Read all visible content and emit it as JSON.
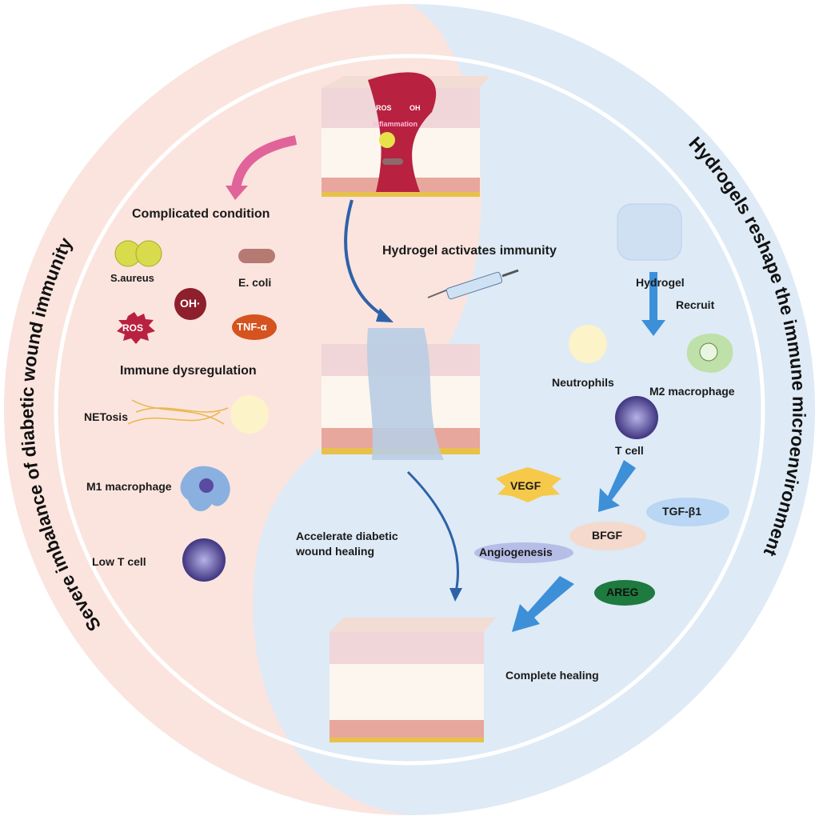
{
  "arc_titles": {
    "left": "Severe imbalance of diabetic wound immunity",
    "right": "Hydrogels reshape the immune microenvironment"
  },
  "wound": {
    "ros": "ROS",
    "oh": "OH",
    "inflammation": "Inflammation"
  },
  "left_panel": {
    "complicated": "Complicated condition",
    "s_aureus": "S.aureus",
    "e_coli": "E. coli",
    "oh": "OH·",
    "ros": "ROS",
    "tnf": "TNF-α",
    "immune_dysregulation": "Immune dysregulation",
    "netosis": "NETosis",
    "m1": "M1 macrophage",
    "low_t": "Low T cell"
  },
  "center": {
    "activates": "Hydrogel activates immunity",
    "accelerate_1": "Accelerate diabetic",
    "accelerate_2": "wound healing",
    "complete": "Complete healing"
  },
  "right_panel": {
    "hydrogel": "Hydrogel",
    "recruit": "Recruit",
    "neutrophils": "Neutrophils",
    "m2": "M2 macrophage",
    "t_cell": "T cell",
    "vegf": "VEGF",
    "tgf": "TGF-β1",
    "bfgf": "BFGF",
    "angiogenesis": "Angiogenesis",
    "areg": "AREG"
  },
  "colors": {
    "pink_bg": "#fbe4de",
    "blue_bg": "#deeaf6",
    "arrow_blue": "#3d8fd8",
    "arrow_pink": "#e0649a",
    "wound_red": "#b8213f"
  }
}
